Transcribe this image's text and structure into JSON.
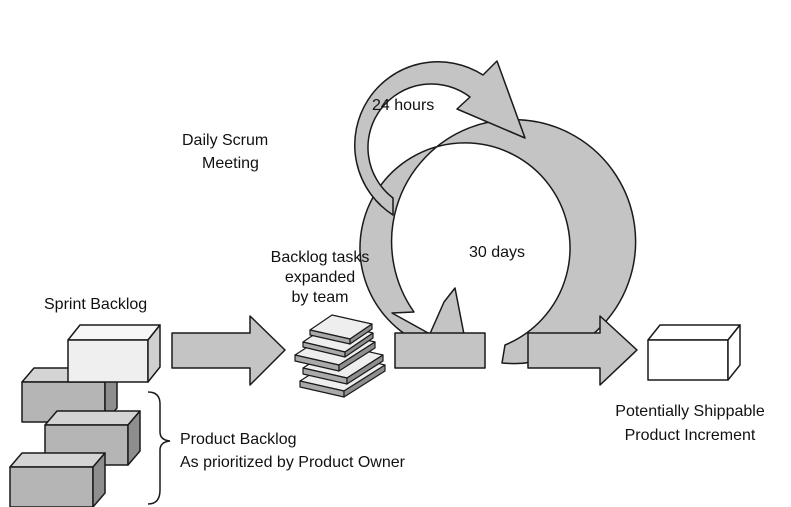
{
  "labels": {
    "sprint_backlog": "Sprint Backlog",
    "product_backlog_line1": "Product Backlog",
    "product_backlog_line2": "As prioritized by Product Owner",
    "backlog_tasks_line1": "Backlog tasks",
    "backlog_tasks_line2": "expanded",
    "backlog_tasks_line3": "by team",
    "daily_scrum_line1": "Daily Scrum",
    "daily_scrum_line2": "Meeting",
    "cycle_24": "24 hours",
    "cycle_30": "30 days",
    "increment_line1": "Potentially Shippable",
    "increment_line2": "Product Increment"
  },
  "colors": {
    "box_gray": "#b5b5b5",
    "box_gray_top": "#d4d4d4",
    "box_gray_side": "#8e8e8e",
    "sprint_box": "#efefef",
    "arrow_fill": "#c4c4c4",
    "stroke": "#1a1a1a"
  }
}
